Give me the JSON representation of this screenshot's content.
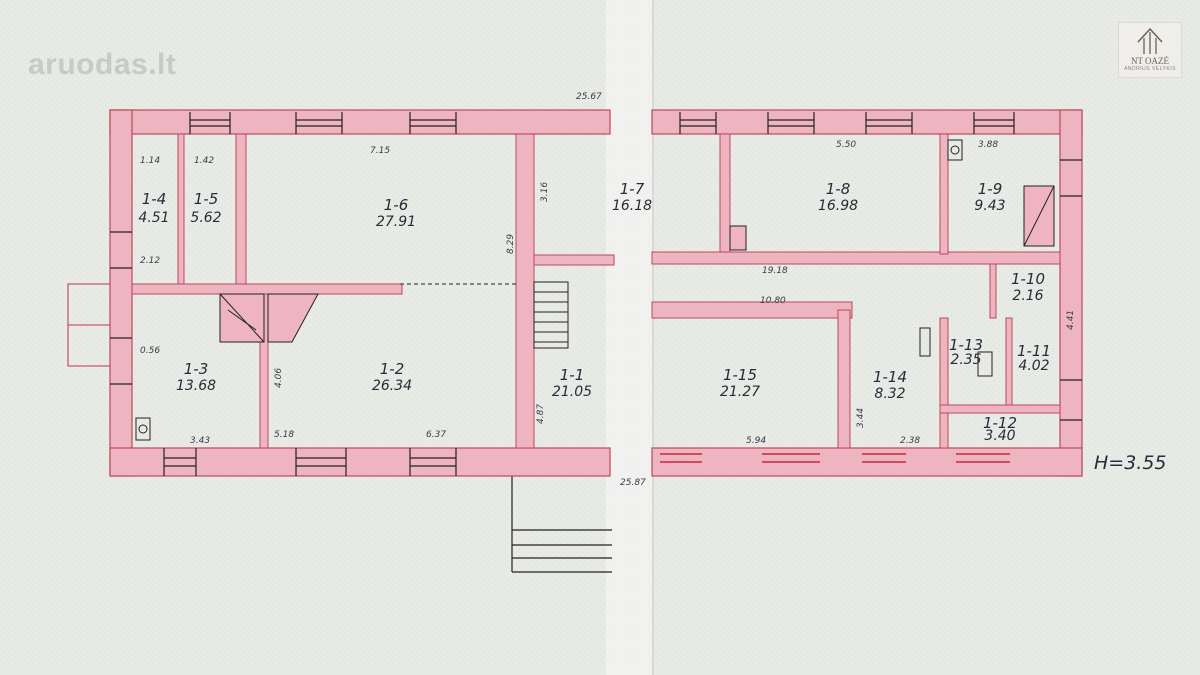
{
  "watermark": {
    "text": "aruodas",
    "tld": ".lt"
  },
  "brand": {
    "name": "NT OAZĖ",
    "sub": "ANDRIUS VELYKIS"
  },
  "plan": {
    "height_label": "H=3.55",
    "rooms": [
      {
        "id": "1-4",
        "area": "4.51"
      },
      {
        "id": "1-5",
        "area": "5.62"
      },
      {
        "id": "1-6",
        "area": "27.91"
      },
      {
        "id": "1-7",
        "area": "16.18"
      },
      {
        "id": "1-8",
        "area": "16.98"
      },
      {
        "id": "1-9",
        "area": "9.43"
      },
      {
        "id": "1-10",
        "area": "2.16"
      },
      {
        "id": "1-3",
        "area": "13.68"
      },
      {
        "id": "1-2",
        "area": "26.34"
      },
      {
        "id": "1-1",
        "area": "21.05"
      },
      {
        "id": "1-15",
        "area": "21.27"
      },
      {
        "id": "1-14",
        "area": "8.32"
      },
      {
        "id": "1-13",
        "area": "2.35"
      },
      {
        "id": "1-11",
        "area": "4.02"
      },
      {
        "id": "1-12",
        "area": "3.40"
      }
    ],
    "dimensions": {
      "top_total": "25.67",
      "bottom_total": "25.87",
      "d_114": "1.14",
      "d_142": "1.42",
      "d_715": "7.15",
      "d_550": "5.50",
      "d_388": "3.88",
      "d_1918": "19.18",
      "d_1080": "10.80",
      "d_343": "3.43",
      "d_518": "5.18",
      "d_637": "6.37",
      "d_594": "5.94",
      "d_212": "2.12",
      "d_316": "3.16",
      "d_829": "8.29",
      "d_406": "4.06",
      "d_487": "4.87",
      "d_344": "3.44",
      "d_441": "4.41",
      "d_656": "0.56",
      "d_238": "2.38"
    }
  }
}
